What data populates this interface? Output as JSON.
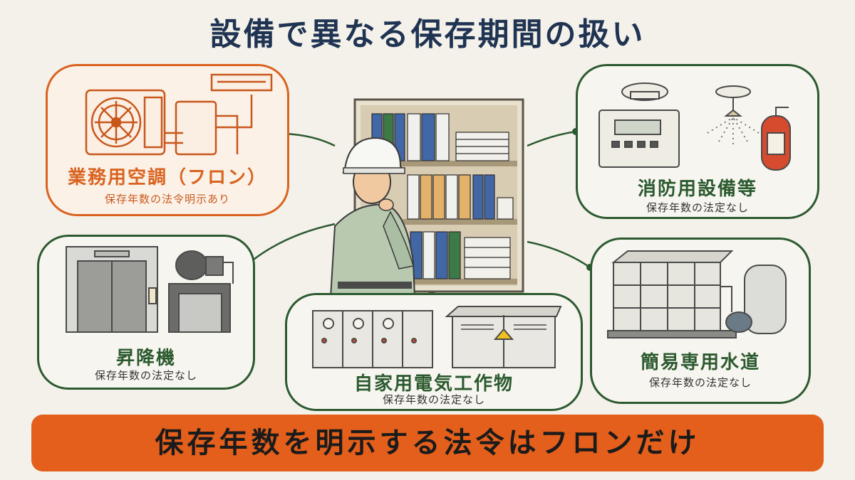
{
  "title": "設備で異なる保存期間の扱い",
  "categories": {
    "aircon": {
      "label": "業務用空調（フロン）",
      "note": "保存年数の法令明示あり",
      "icon": "air-conditioner-outdoor-unit"
    },
    "fire": {
      "label": "消防用設備等",
      "note": "保存年数の法定なし",
      "icon": "fire-equipment"
    },
    "elevator": {
      "label": "昇降機",
      "note": "保存年数の法定なし",
      "icon": "elevator"
    },
    "electric": {
      "label": "自家用電気工作物",
      "note": "保存年数の法定なし",
      "icon": "switchgear"
    },
    "water": {
      "label": "簡易専用水道",
      "note": "保存年数の法定なし",
      "icon": "water-tank"
    }
  },
  "conclusion": "保存年数を明示する法令はフロンだけ",
  "colors": {
    "accent": "#e35f1b",
    "frame": "#2c5a30",
    "title": "#1f3352"
  }
}
